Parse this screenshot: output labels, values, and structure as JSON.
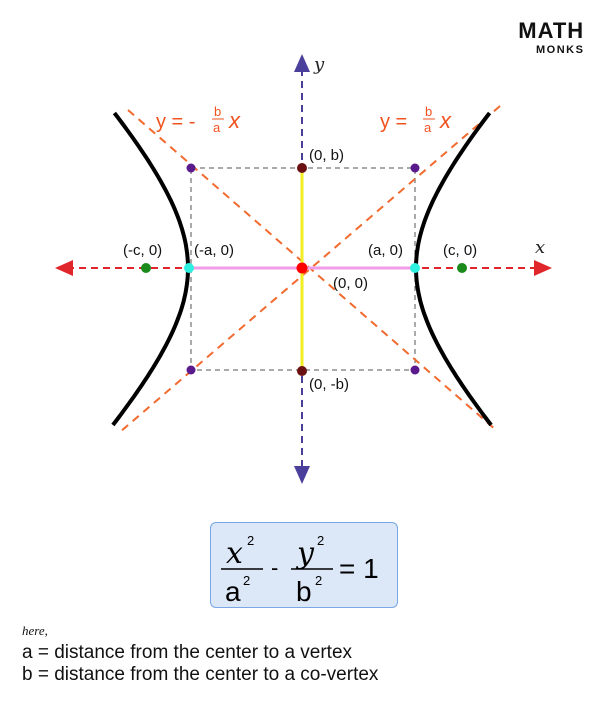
{
  "logo": {
    "line1": "MATH",
    "line2": "MONKS"
  },
  "axes": {
    "x": "x",
    "y": "y"
  },
  "asymptotes": {
    "neg": {
      "lhs": "y = -",
      "num": "b",
      "den": "a",
      "var": "x"
    },
    "pos": {
      "lhs": "y =",
      "num": "b",
      "den": "a",
      "var": "x"
    }
  },
  "points": {
    "center": "(0, 0)",
    "top": "(0, b)",
    "bottom": "(0, -b)",
    "left_vertex": "(-a, 0)",
    "right_vertex": "(a, 0)",
    "left_focus": "(-c, 0)",
    "right_focus": "(c, 0)"
  },
  "formula": {
    "x": "x",
    "y": "y",
    "a": "a",
    "b": "b",
    "exp": "2",
    "minus": "-",
    "rhs": "= 1"
  },
  "notes": {
    "here": "here,",
    "a": "a = distance from the center to a vertex",
    "b": "b = distance from the center to a co-vertex"
  },
  "colors": {
    "curve": "#000000",
    "asymptote": "#f26a2e",
    "x_axis": "#e0262b",
    "y_axis": "#4a3f9a",
    "transverse": "#f29be8",
    "conjugate": "#f2ee22"
  }
}
